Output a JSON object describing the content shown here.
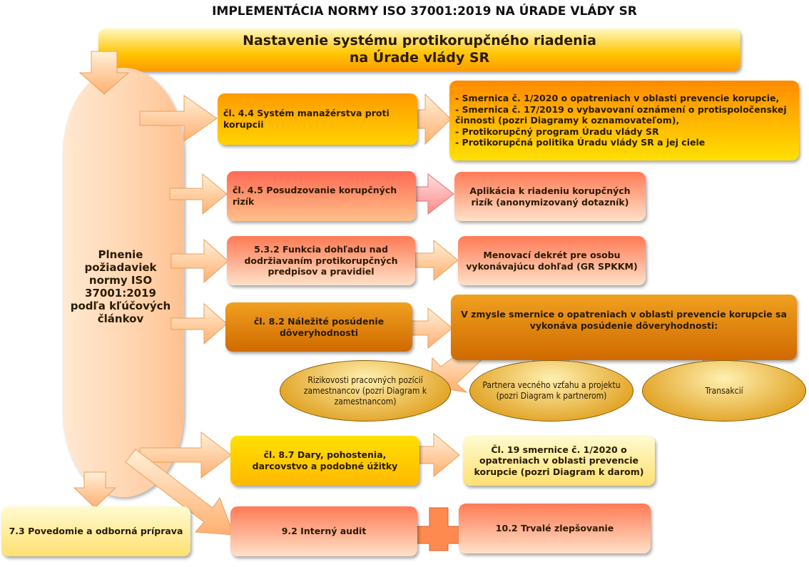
{
  "title": "IMPLEMENTÁCIA NORMY ISO 37001:2019 NA ÚRADE VLÁDY SR",
  "header": {
    "line1": "Nastavenie systému protikorupčného riadenia",
    "line2": "na Úrade vlády SR"
  },
  "left_pill": "Plnenie požiadaviek normy ISO 37001:2019 podľa kľúčových článkov",
  "rows": [
    {
      "article": "čl. 4.4 Systém manažérstva proti korupcii",
      "result_lines": [
        "- Smernica č. 1/2020 o opatreniach v oblasti prevencie korupcie,",
        "- Smernica č. 17/2019 o vybavovaní oznámení o protispoločenskej činnosti (pozri Diagramy k oznamovateľom),",
        "- Protikorupčný program Úradu vlády SR",
        "- Protikorupčná politika Úradu vlády SR a jej ciele"
      ]
    },
    {
      "article": "čl. 4.5 Posudzovanie korupčných rizík",
      "result": "Aplikácia k riadeniu korupčných rizík (anonymizovaný dotazník)"
    },
    {
      "article": "5.3.2 Funkcia dohľadu nad dodržiavaním protikorupčných predpisov a pravidiel",
      "result": "Menovací dekrét pre osobu vykonávajúcu dohľad (GR SPKKM)"
    },
    {
      "article": "čl. 8.2 Náležité posúdenie dôveryhodnosti",
      "result": "V zmysle smernice o opatreniach v oblasti prevencie korupcie sa vykonáva posúdenie dôveryhodnosti:"
    },
    {
      "article": "čl. 8.7 Dary, pohostenia, darcovstvo a podobné úžitky",
      "result": "Čl. 19 smernice č. 1/2020 o opatreniach v oblasti prevencie korupcie (pozri Diagram k darom)"
    }
  ],
  "ellipses": [
    "Rizikovosti pracovných pozícií zamestnancov (pozri Diagram k zamestnancom)",
    "Partnera vecného vzťahu a projektu (pozri Diagram k partnerom)",
    "Transakcií"
  ],
  "bottom": {
    "training": "7.3 Povedomie a odborná príprava",
    "audit": "9.2 Interný audit",
    "improvement": "10.2 Trvalé zlepšovanie"
  }
}
